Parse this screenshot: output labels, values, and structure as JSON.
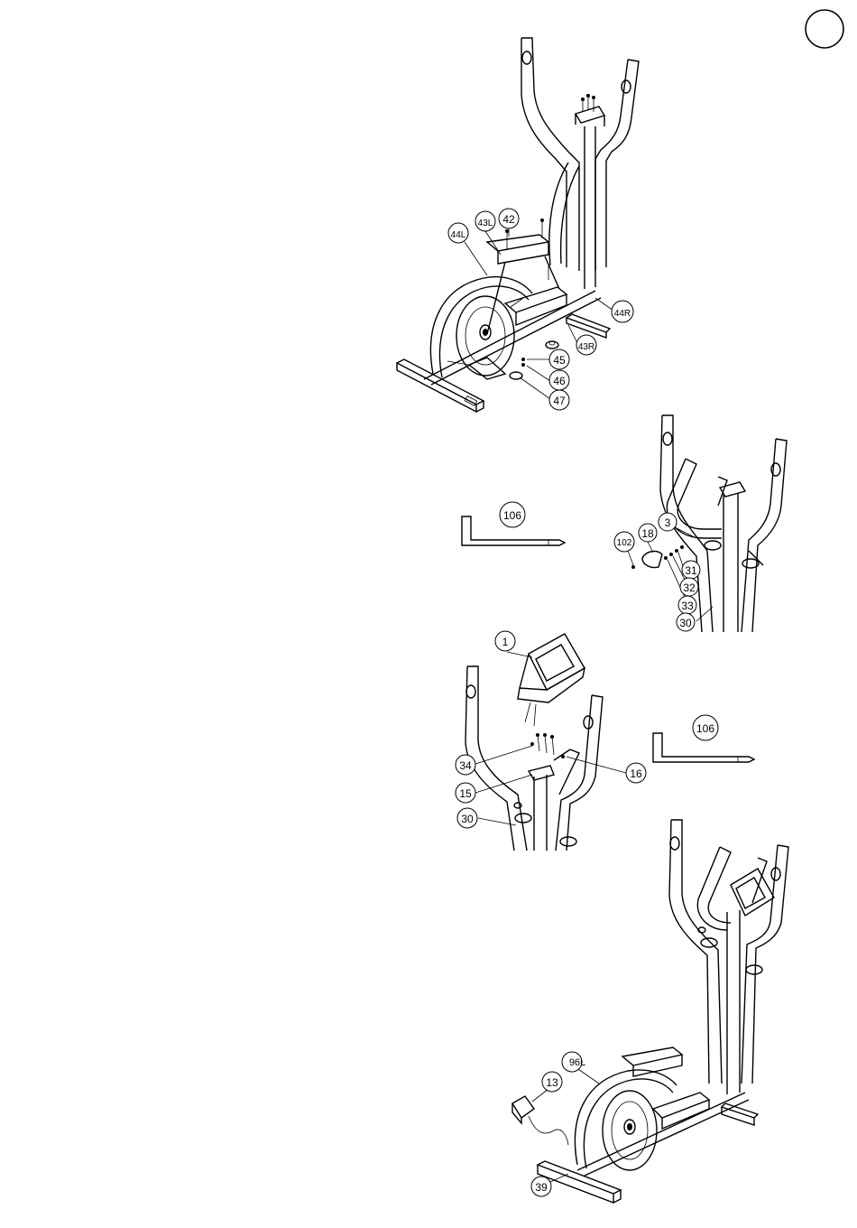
{
  "page": {
    "step_marker": ""
  },
  "step1": {
    "callouts": [
      "44L",
      "43L",
      "42",
      "44R",
      "43R",
      "45",
      "46",
      "47"
    ]
  },
  "step2": {
    "tool_label": "106",
    "callouts": [
      "3",
      "18",
      "102",
      "31",
      "32",
      "33",
      "30"
    ]
  },
  "step3": {
    "tool_label": "106",
    "callouts": [
      "1",
      "34",
      "16",
      "15",
      "30"
    ]
  },
  "step4": {
    "callouts": [
      "96L",
      "13",
      "39"
    ]
  }
}
